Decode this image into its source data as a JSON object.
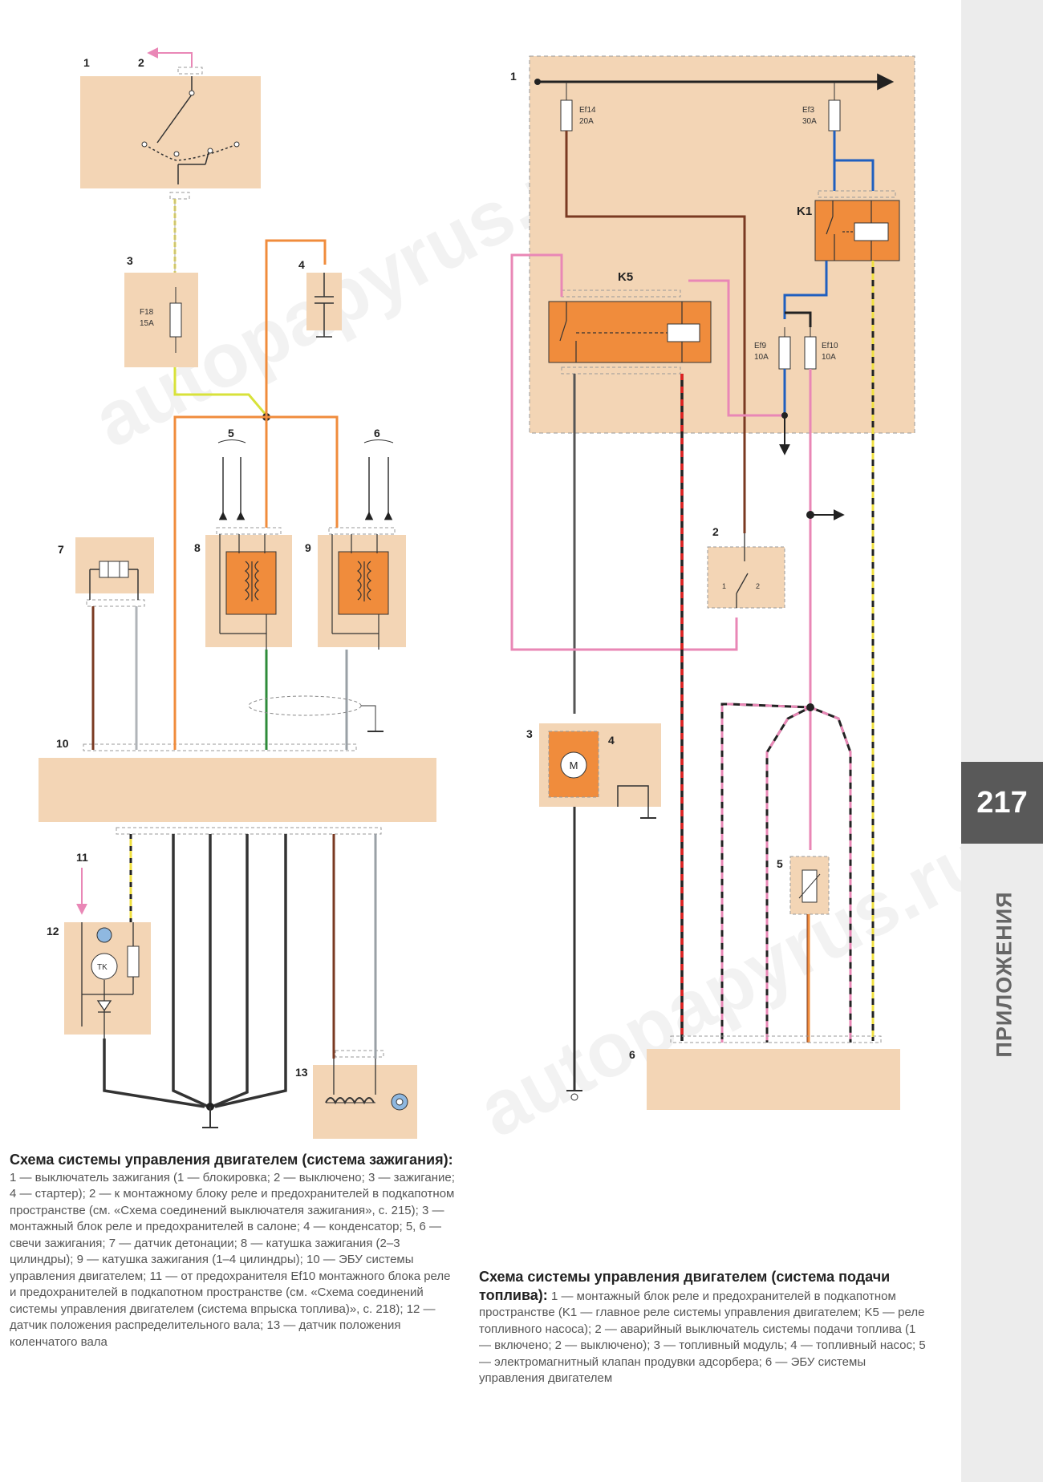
{
  "page": {
    "number": "217",
    "section": "ПРИЛОЖЕНИЯ",
    "watermark": "autopapyrus.ru"
  },
  "ignition": {
    "title": "Схема системы управления двигателем (система зажигания):",
    "legend": "1 — выключатель зажигания (1 — блокировка; 2 — выключено; 3 — зажигание; 4 — стартер); 2 — к монтажному блоку реле и предохранителей в подкапотном пространстве (см. «Схема соединений выключателя зажигания», с. 215); 3 — монтажный блок реле и предохранителей в салоне; 4 — конденсатор; 5, 6 — свечи зажигания; 7 — датчик детонации; 8 — катушка зажигания (2–3 цилиндры); 9 — катушка зажигания (1–4 цилиндры); 10 — ЭБУ системы управления двигателем; 11 — от предохранителя Ef10 монтажного блока реле и предохранителей в подкапотном пространстве (см. «Схема соединений системы управления двигателем (система впрыска топлива)», с. 218); 12 — датчик положения распределительного вала; 13 — датчик положения коленчатого вала",
    "labels": [
      "1",
      "2",
      "3",
      "4",
      "5",
      "6",
      "7",
      "8",
      "9",
      "10",
      "11",
      "12",
      "13"
    ],
    "fuse": {
      "name": "F18",
      "rating": "15A"
    }
  },
  "fuel": {
    "title": "Схема системы управления двигателем (система подачи топлива):",
    "legend": "1 — монтажный блок реле и предохранителей в подкапотном пространстве (K1 — главное реле системы управления двигателем; K5 — реле топливного насоса); 2 — аварийный выключатель системы подачи топлива (1 — включено; 2 — выключено); 3 — топливный модуль; 4 — топливный насос; 5 — электромагнитный клапан продувки адсорбера; 6 — ЭБУ системы управления двигателем",
    "labels": [
      "1",
      "2",
      "3",
      "4",
      "5",
      "6"
    ],
    "relays": [
      "K1",
      "K5"
    ],
    "fuses": [
      {
        "name": "Ef14",
        "rating": "20A"
      },
      {
        "name": "Ef3",
        "rating": "30A"
      },
      {
        "name": "Ef9",
        "rating": "10A"
      },
      {
        "name": "Ef10",
        "rating": "10A"
      }
    ],
    "motor": "M"
  },
  "colors": {
    "beige": "#f3d5b5",
    "orange": "#f08c3c",
    "pink": "#e987b6",
    "brown": "#7a3a22",
    "blue": "#1f5fbf",
    "yellow": "#f0e040",
    "red": "#e02020",
    "green": "#2e8b3a"
  }
}
